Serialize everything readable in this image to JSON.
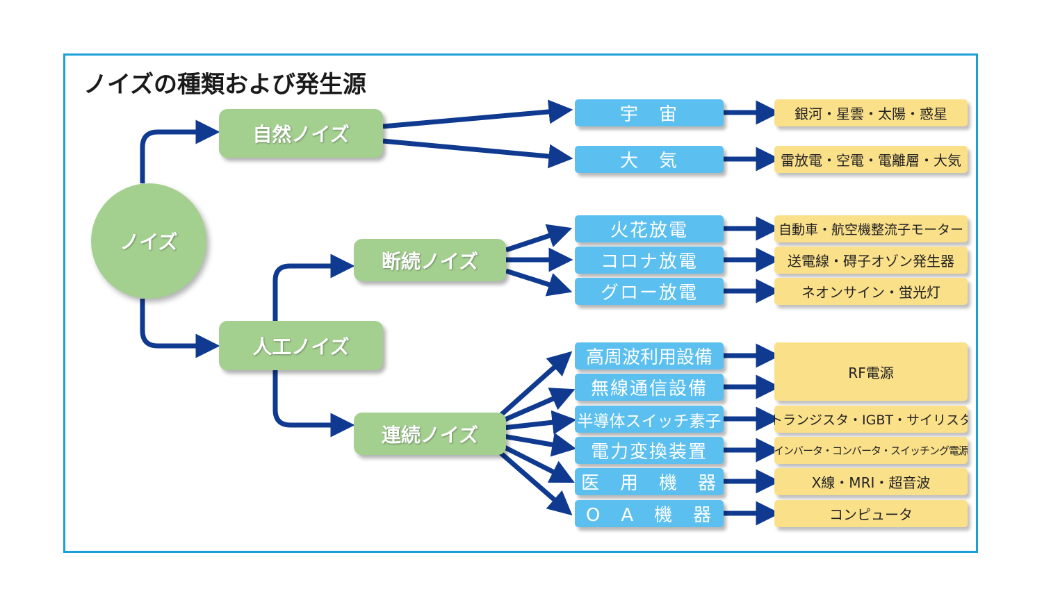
{
  "title": "ノイズの種類および発生源",
  "colors": {
    "frame": "#1aa0d8",
    "arrow": "#0f3a8f",
    "category": "#a3cf8f",
    "type": "#5bbfef",
    "source": "#fbe08a"
  },
  "root": "ノイズ",
  "branches": {
    "natural": {
      "label": "自然ノイズ",
      "items": [
        {
          "type": "宇　宙",
          "source": "銀河・星雲・太陽・惑星"
        },
        {
          "type": "大　気",
          "source": "雷放電・空電・電離層・大気"
        }
      ]
    },
    "artificial": {
      "label": "人工ノイズ",
      "intermittent": {
        "label": "断続ノイズ",
        "items": [
          {
            "type": "火花放電",
            "source": "自動車・航空機整流子モーター"
          },
          {
            "type": "コロナ放電",
            "source": "送電線・碍子オゾン発生器"
          },
          {
            "type": "グロー放電",
            "source": "ネオンサイン・蛍光灯"
          }
        ]
      },
      "continuous": {
        "label": "連続ノイズ",
        "items": [
          {
            "type": "高周波利用設備"
          },
          {
            "type": "無線通信設備"
          },
          {
            "type": "半導体スイッチ素子",
            "source": "トランジスタ・IGBT・サイリスタ"
          },
          {
            "type": "電力変換装置",
            "source": "インバータ・コンバータ・スイッチング電源"
          },
          {
            "type": "医　用　機　器",
            "source": "X線・MRI・超音波"
          },
          {
            "type": "O　A　機　器",
            "source": "コンピュータ"
          }
        ],
        "shared_source": "RF電源"
      }
    }
  }
}
